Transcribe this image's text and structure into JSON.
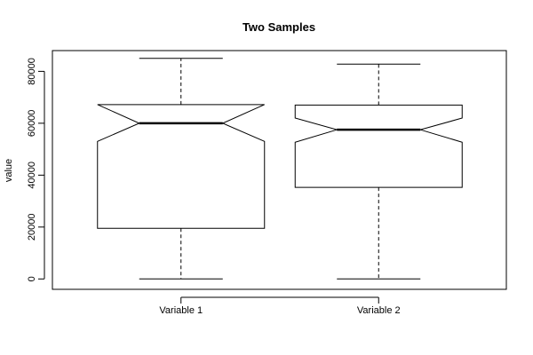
{
  "chart_data": {
    "type": "boxplot",
    "title": "Two Samples",
    "xlabel": "",
    "ylabel": "value",
    "ylim": [
      -4000,
      88000
    ],
    "yticks": [
      0,
      20000,
      40000,
      60000,
      80000
    ],
    "ytick_labels": [
      "0",
      "20000",
      "40000",
      "60000",
      "80000"
    ],
    "notched": true,
    "grid": false,
    "categories": [
      "Variable 1",
      "Variable 2"
    ],
    "boxes": [
      {
        "whisker_low": 0,
        "q1": 19500,
        "notch_low": 53000,
        "median": 60000,
        "notch_high": 67200,
        "q3": 67200,
        "whisker_high": 85000
      },
      {
        "whisker_low": 0,
        "q1": 35300,
        "notch_low": 52700,
        "median": 57500,
        "notch_high": 62000,
        "q3": 67000,
        "whisker_high": 82800
      }
    ]
  }
}
